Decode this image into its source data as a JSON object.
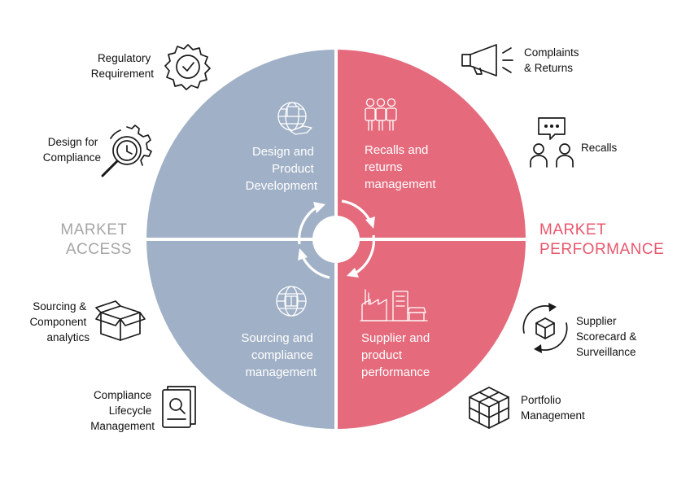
{
  "colors": {
    "access": "#a0b0c6",
    "performance": "#e46a7c",
    "access_text": "#a6a6a6",
    "performance_text": "#e8576c",
    "icon": "#1a1a1a"
  },
  "side_labels": {
    "left_line1": "MARKET",
    "left_line2": "ACCESS",
    "right_line1": "MARKET",
    "right_line2": "PERFORMANCE"
  },
  "quadrants": {
    "top_left": {
      "lines": [
        "Design and",
        "Product",
        "Development"
      ],
      "icon": "globe-box-icon"
    },
    "top_right": {
      "lines": [
        "Recalls and",
        "returns",
        "management"
      ],
      "icon": "people-group-icon"
    },
    "bottom_left": {
      "lines": [
        "Sourcing and",
        "compliance",
        "management"
      ],
      "icon": "globe-sourcing-icon"
    },
    "bottom_right": {
      "lines": [
        "Supplier and",
        "product",
        "performance"
      ],
      "icon": "factory-store-icon"
    }
  },
  "items": {
    "regulatory": {
      "lines": [
        "Regulatory",
        "Requirement"
      ],
      "icon": "badge-check-icon"
    },
    "design_compliance": {
      "lines": [
        "Design for",
        "Compliance"
      ],
      "icon": "gear-magnifier-icon"
    },
    "sourcing": {
      "lines": [
        "Sourcing &",
        "Component",
        "analytics"
      ],
      "icon": "open-box-icon"
    },
    "lifecycle": {
      "lines": [
        "Compliance",
        "Lifecycle",
        "Management"
      ],
      "icon": "document-search-icon"
    },
    "complaints": {
      "lines": [
        "Complaints",
        "& Returns"
      ],
      "icon": "megaphone-icon"
    },
    "recalls": {
      "lines": [
        "Recalls"
      ],
      "icon": "chat-people-icon"
    },
    "supplier": {
      "lines": [
        "Supplier",
        "Scorecard &",
        "Surveillance"
      ],
      "icon": "cycle-cube-icon"
    },
    "portfolio": {
      "lines": [
        "Portfolio",
        "Management"
      ],
      "icon": "cubes-icon"
    }
  }
}
